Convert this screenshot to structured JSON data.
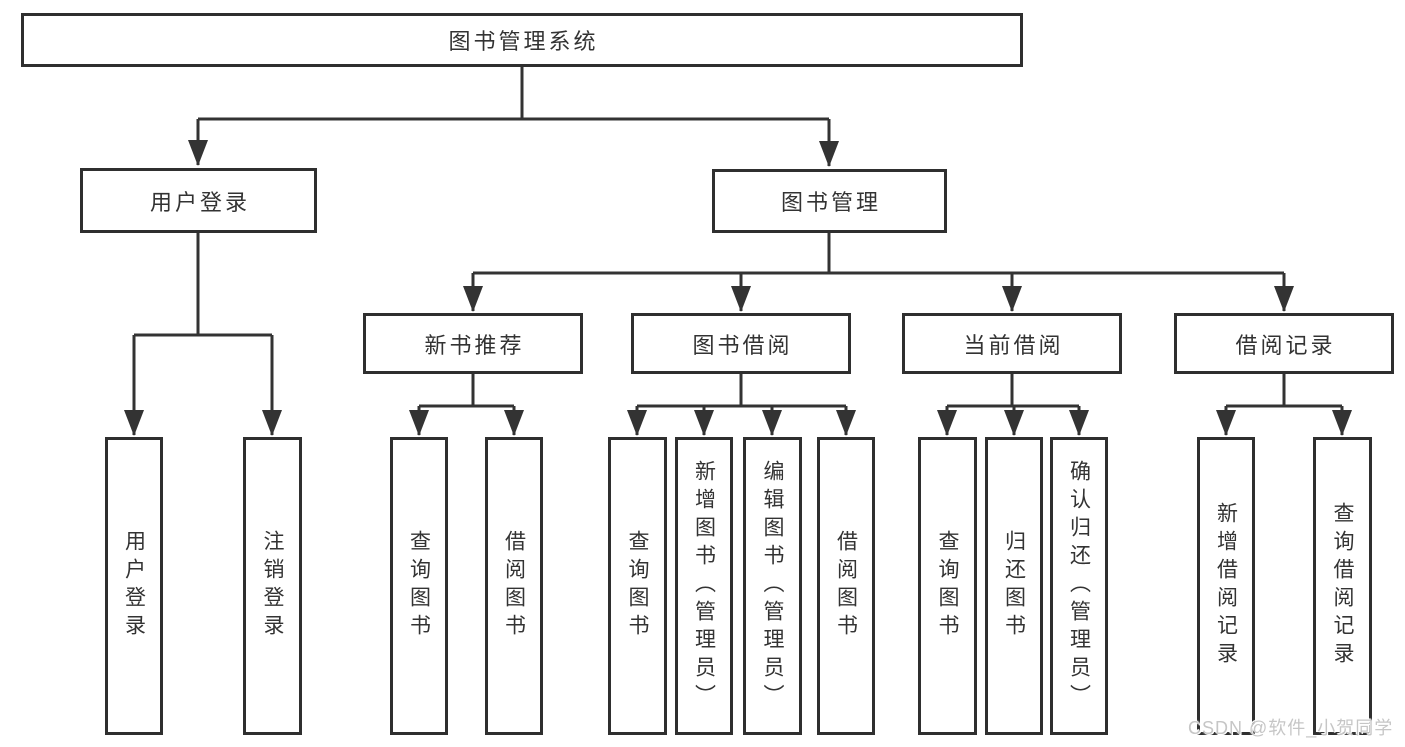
{
  "tree": {
    "root": {
      "label": "图书管理系统"
    },
    "branches": [
      {
        "label": "用户登录",
        "children": [
          {
            "label": "用户登录"
          },
          {
            "label": "注销登录"
          }
        ]
      },
      {
        "label": "图书管理",
        "modules": [
          {
            "label": "新书推荐",
            "children": [
              {
                "label": "查询图书"
              },
              {
                "label": "借阅图书"
              }
            ]
          },
          {
            "label": "图书借阅",
            "children": [
              {
                "label": "查询图书"
              },
              {
                "label": "新增图书（管理员）"
              },
              {
                "label": "编辑图书（管理员）"
              },
              {
                "label": "借阅图书"
              }
            ]
          },
          {
            "label": "当前借阅",
            "children": [
              {
                "label": "查询图书"
              },
              {
                "label": "归还图书"
              },
              {
                "label": "确认归还（管理员）"
              }
            ]
          },
          {
            "label": "借阅记录",
            "children": [
              {
                "label": "新增借阅记录"
              },
              {
                "label": "查询借阅记录"
              }
            ]
          }
        ]
      }
    ]
  },
  "watermark": {
    "text": "CSDN @软件_小贺同学"
  },
  "colors": {
    "line": "#333333",
    "box_border": "#2f2f2f",
    "box_background": "#ffffff",
    "text": "#333333",
    "watermark_text": "#c6c6c6",
    "page_background": "#ffffff"
  }
}
